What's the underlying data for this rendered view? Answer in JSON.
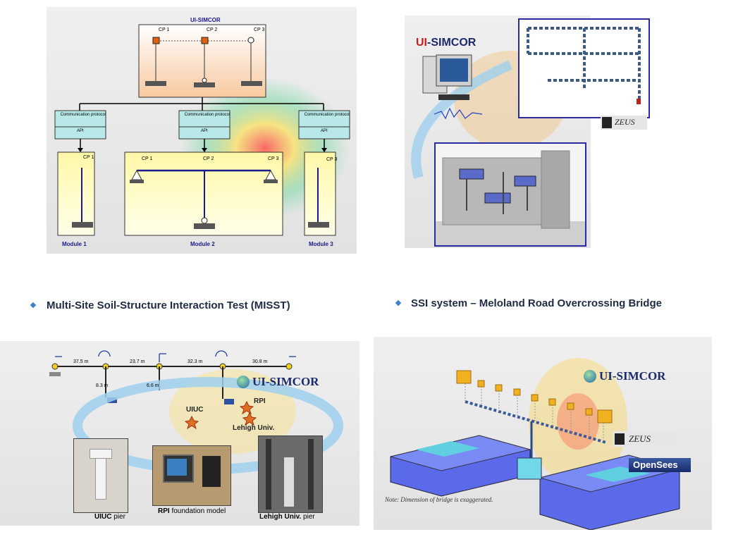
{
  "top_left": {
    "title": "UI-SIMCOR",
    "cp_top": [
      "CP 1",
      "CP 2",
      "CP 3"
    ],
    "comm": {
      "label": "Communication protocol",
      "api": "API"
    },
    "cp_mod1": [
      "CP 1"
    ],
    "cp_mod2": [
      "CP 1",
      "CP 2",
      "CP 3"
    ],
    "cp_mod3": [
      "CP 3"
    ],
    "modules": [
      "Module 1",
      "Module 2",
      "Module 3"
    ]
  },
  "top_right": {
    "brand_ui": "UI",
    "brand_rest": "-SIMCOR",
    "zeus": "ZEUS"
  },
  "bullets": {
    "left": "Multi-Site Soil-Structure Interaction Test (MISST)",
    "right": "SSI system – Meloland Road Overcrossing Bridge"
  },
  "bottom_left": {
    "dims": [
      "37.5 m",
      "23.7 m",
      "32.3 m",
      "30.8 m"
    ],
    "heights": [
      "8.3 m",
      "6.6 m"
    ],
    "uiuc": "UIUC",
    "rpi": "RPI",
    "lehigh": "Lehigh Univ.",
    "brand": "UI-SIMCOR",
    "cap_uiuc_bold": "UIUC",
    "cap_uiuc_rest": " pier",
    "cap_rpi_bold": "RPI",
    "cap_rpi_rest": " foundation model",
    "cap_lehigh_bold": "Lehigh Univ.",
    "cap_lehigh_rest": " pier"
  },
  "bottom_right": {
    "brand": "UI-SIMCOR",
    "zeus": "ZEUS",
    "opensees": "OpenSees",
    "note": "Note: Dimension of bridge is exaggerated."
  }
}
